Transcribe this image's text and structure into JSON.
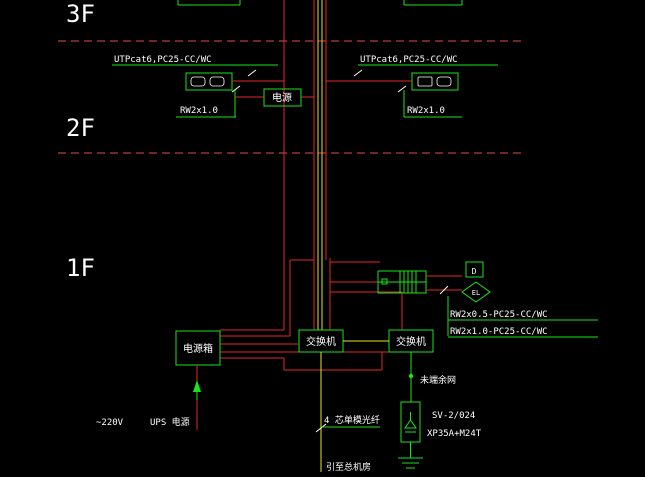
{
  "floors": {
    "f3": "3F",
    "f2": "2F",
    "f1": "1F"
  },
  "floor2": {
    "cable_left": "UTPcat6,PC25-CC/WC",
    "cable_right": "UTPcat6,PC25-CC/WC",
    "wire_left": "RW2x1.0",
    "wire_right": "RW2x1.0",
    "power_box": "电源"
  },
  "floor1": {
    "cable_rw05": "RW2x0.5-PC25-CC/WC",
    "cable_rw10": "RW2x1.0-PC25-CC/WC",
    "el_label": "EL",
    "power_cabinet": "电源箱",
    "switch_a": "交换机",
    "switch_b": "交换机",
    "voltage": "~220V",
    "ups": "UPS 电源",
    "fiber": "4 芯单模光纤",
    "ground_bar": "未端余网",
    "cable_sv": "SV-2/024",
    "cable_xp": "XP35A+M24T",
    "to_main": "引至总机房"
  },
  "colors": {
    "background": "#000000",
    "text": "#ffffff",
    "green": "#19e619",
    "red": "#e12828",
    "yellow": "#e6e619",
    "divider": "#e14b4b"
  }
}
